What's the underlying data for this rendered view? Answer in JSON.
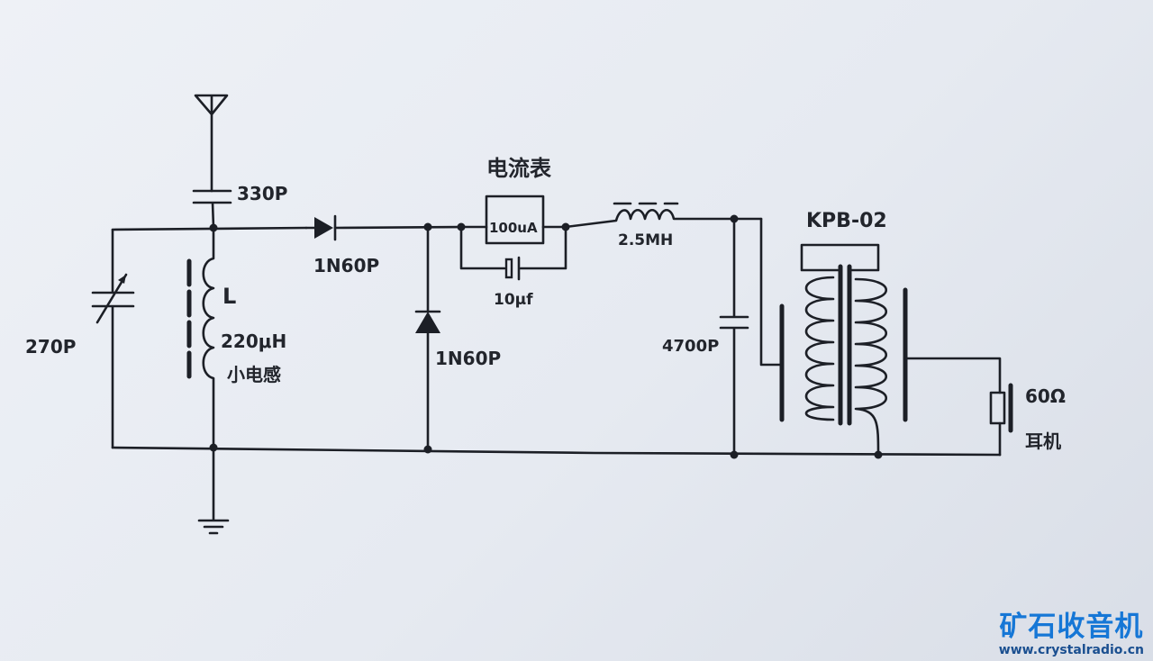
{
  "components": {
    "antenna_cap": "330P",
    "tuning_cap": "270P",
    "inductor_name": "L",
    "inductor_value": "220μH",
    "inductor_note": "小电感",
    "diode_series": "1N60P",
    "diode_shunt": "1N60P",
    "meter_title": "电流表",
    "meter_value": "100uA",
    "bypass_cap": "10μf",
    "choke": "2.5MH",
    "filter_cap": "4700P",
    "transformer": "KPB-02",
    "earphone_impedance": "60Ω",
    "earphone": "耳机"
  },
  "watermark": {
    "title": "矿石收音机",
    "url": "www.crystalradio.cn"
  }
}
